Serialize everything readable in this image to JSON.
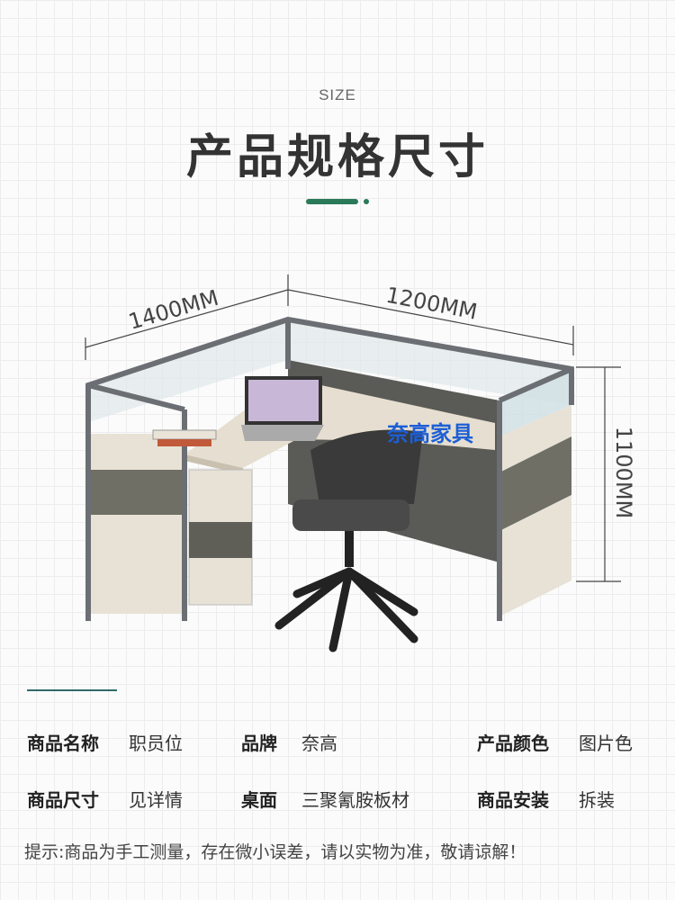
{
  "header": {
    "subtitle": "SIZE",
    "title": "产品规格尺寸",
    "accent": "#2a7a5a"
  },
  "dimensions": {
    "depth": "1400MM",
    "width": "1200MM",
    "height": "1100MM"
  },
  "illustration": {
    "watermark": "奈高家具"
  },
  "specs": [
    {
      "label": "商品名称",
      "value": "职员位"
    },
    {
      "label": "品牌",
      "value": "奈高"
    },
    {
      "label": "产品颜色",
      "value": "图片色"
    },
    {
      "label": "商品尺寸",
      "value": "见详情"
    },
    {
      "label": "桌面",
      "value": "三聚氰胺板材"
    },
    {
      "label": "商品安装",
      "value": "拆装"
    }
  ],
  "note": "提示:商品为手工测量，存在微小误差，请以实物为准，敬请谅解！"
}
